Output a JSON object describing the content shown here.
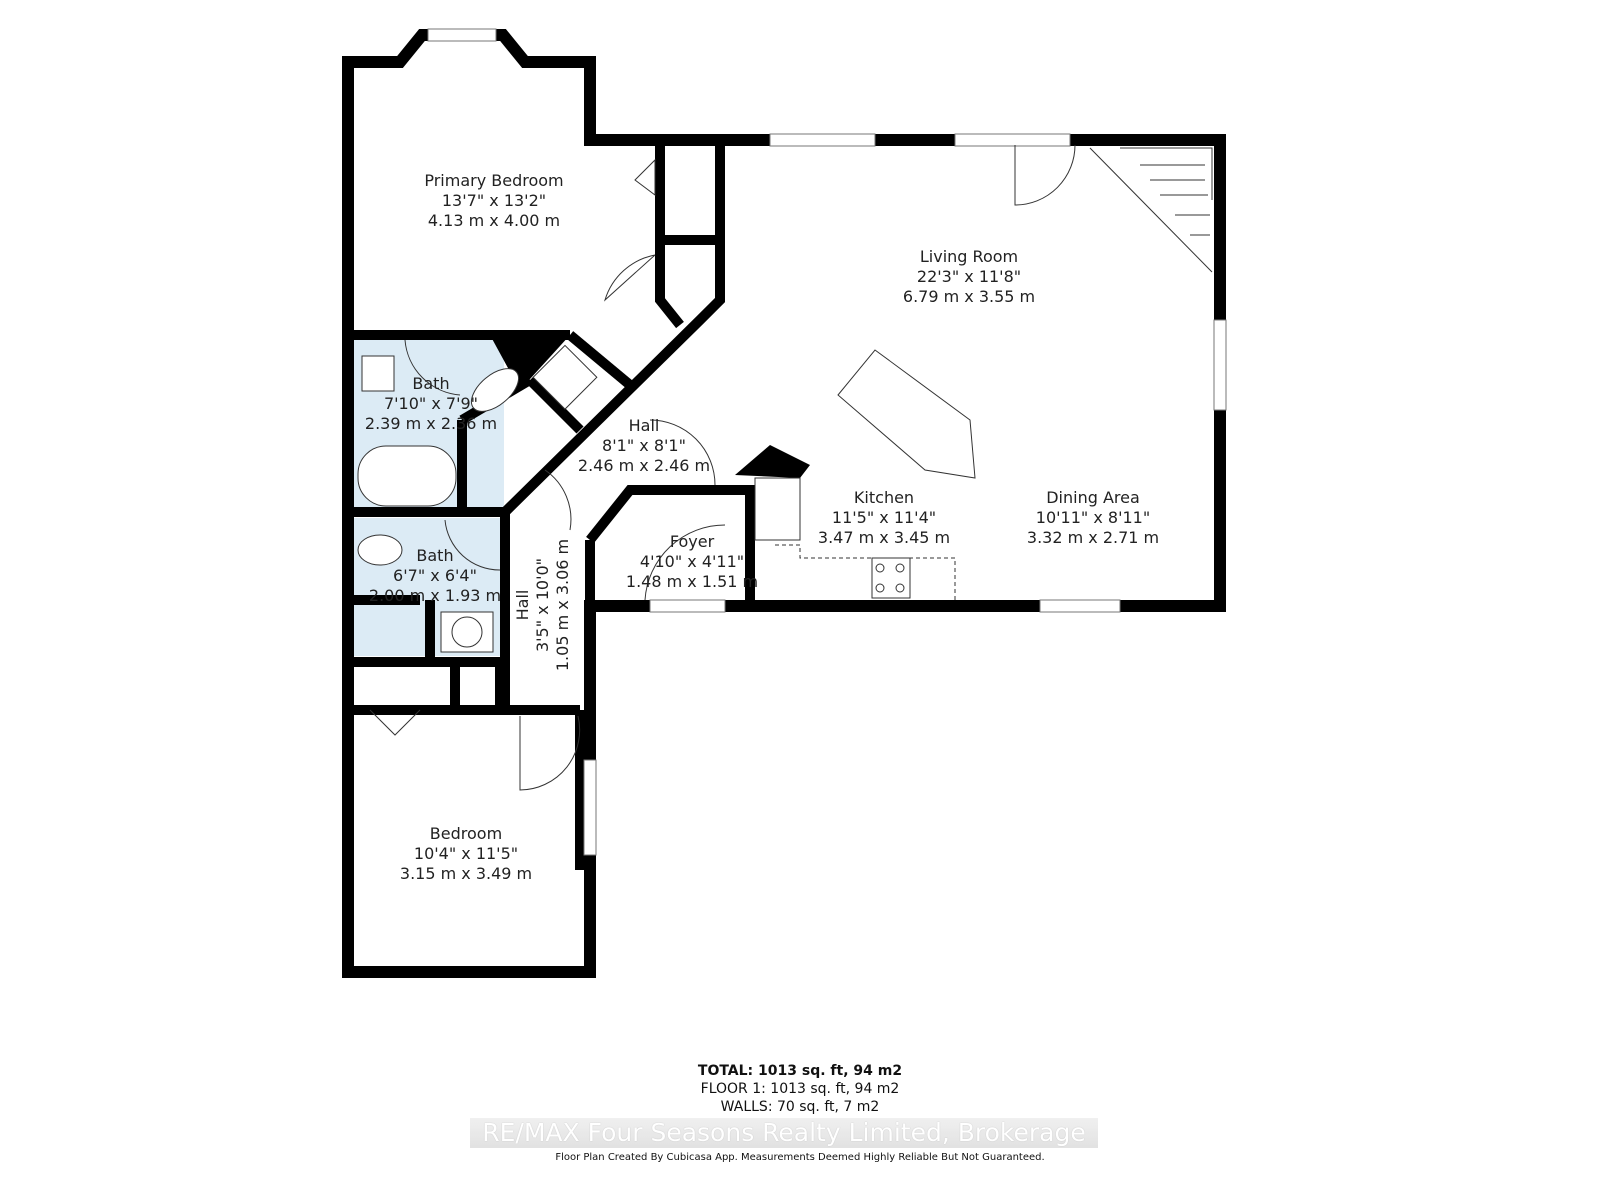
{
  "rooms": {
    "primary_bedroom": {
      "name": "Primary Bedroom",
      "imperial": "13'7\" x 13'2\"",
      "metric": "4.13 m x 4.00 m"
    },
    "living_room": {
      "name": "Living Room",
      "imperial": "22'3\" x 11'8\"",
      "metric": "6.79 m x 3.55 m"
    },
    "bath_1": {
      "name": "Bath",
      "imperial": "7'10\" x 7'9\"",
      "metric": "2.39 m x 2.36 m"
    },
    "hall_1": {
      "name": "Hall",
      "imperial": "8'1\" x 8'1\"",
      "metric": "2.46 m x 2.46 m"
    },
    "kitchen": {
      "name": "Kitchen",
      "imperial": "11'5\" x 11'4\"",
      "metric": "3.47 m x 3.45 m"
    },
    "dining_area": {
      "name": "Dining Area",
      "imperial": "10'11\" x 8'11\"",
      "metric": "3.32 m x 2.71 m"
    },
    "foyer": {
      "name": "Foyer",
      "imperial": "4'10\" x 4'11\"",
      "metric": "1.48 m x 1.51 m"
    },
    "bath_2": {
      "name": "Bath",
      "imperial": "6'7\" x 6'4\"",
      "metric": "2.00 m x 1.93 m"
    },
    "hall_2": {
      "name": "Hall",
      "imperial": "3'5\" x 10'0\"",
      "metric": "1.05 m x 3.06 m"
    },
    "bedroom": {
      "name": "Bedroom",
      "imperial": "10'4\" x 11'5\"",
      "metric": "3.15 m x 3.49 m"
    }
  },
  "summary": {
    "total": "TOTAL: 1013 sq. ft, 94 m2",
    "floor1": "FLOOR 1: 1013 sq. ft, 94 m2",
    "walls": "WALLS: 70 sq. ft, 7 m2"
  },
  "watermark": "RE/MAX Four Seasons Realty Limited, Brokerage",
  "disclaimer": "Floor Plan Created By Cubicasa App. Measurements Deemed Highly Reliable But Not Guaranteed.",
  "colors": {
    "wall": "#000000",
    "wet_area": "#dcebf5"
  }
}
